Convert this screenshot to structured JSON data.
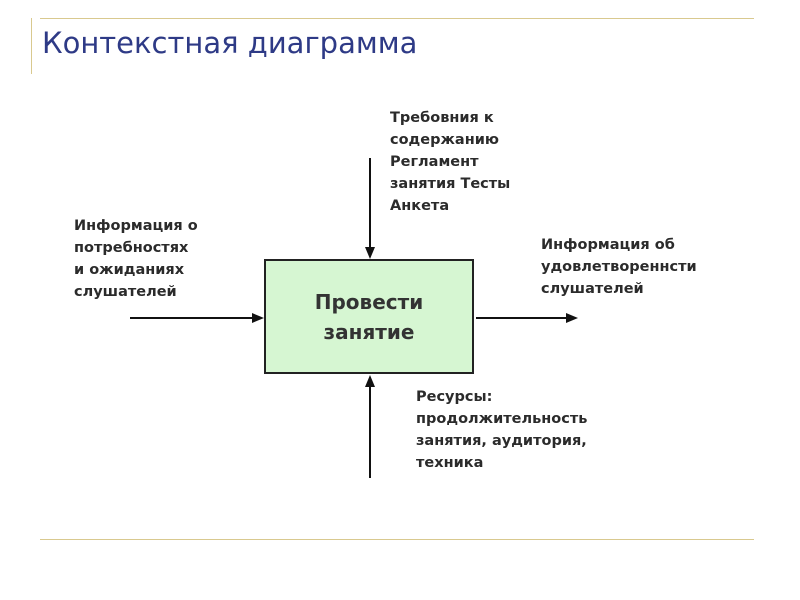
{
  "slide": {
    "title": "Контекстная диаграмма"
  },
  "diagram": {
    "function_box": [
      "Провести",
      "занятие"
    ],
    "input": [
      "Информация о",
      "потребностях",
      "и ожиданиях",
      "слушателей"
    ],
    "control": [
      "Требовния к",
      "содержанию",
      "Регламент",
      "занятия Тесты",
      "Анкета"
    ],
    "output": [
      "Информация об",
      "удовлетвореннсти",
      "слушателей"
    ],
    "mechanism": [
      "Ресурсы:",
      "продолжительность",
      "занятия, аудитория,",
      "техника"
    ]
  },
  "colors": {
    "title": "#2e3a86",
    "box_fill": "#d6f6d2",
    "rule": "#d9c98f"
  }
}
